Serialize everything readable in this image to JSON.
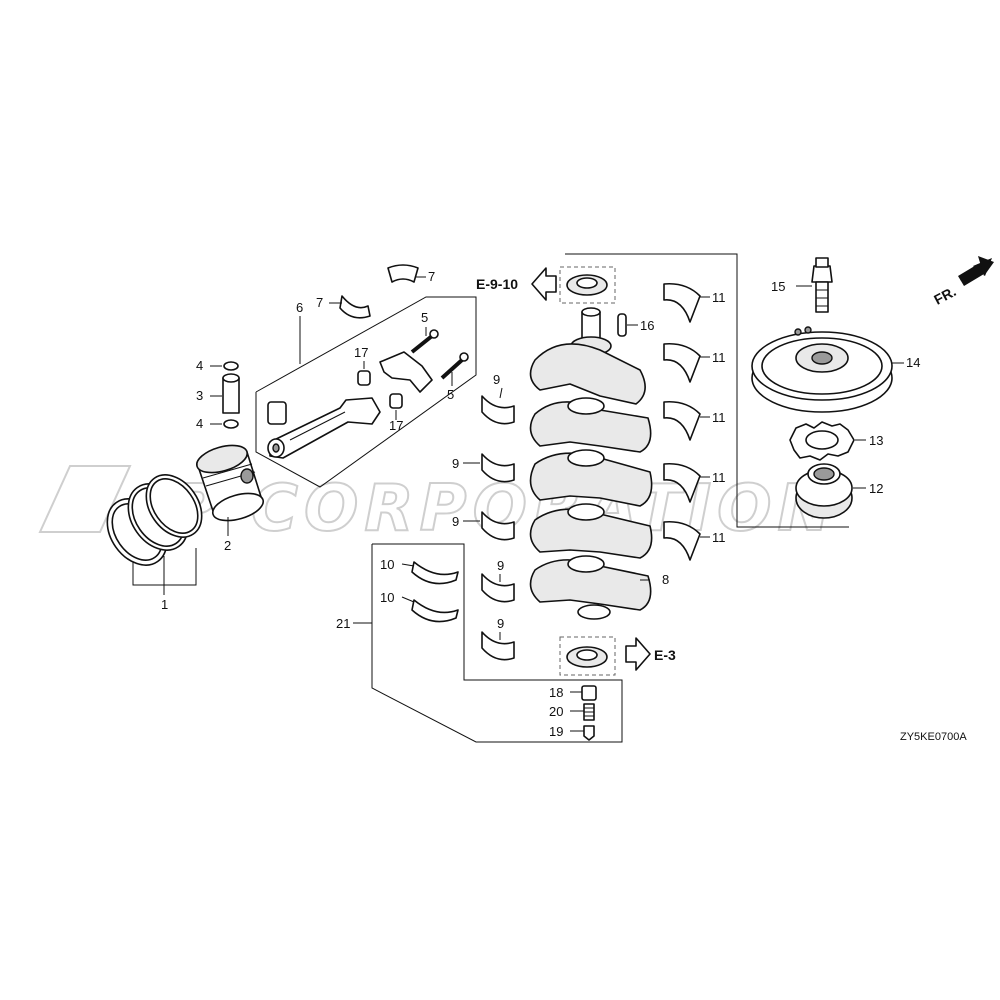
{
  "watermark": "JP CORPORATION",
  "direction_label": "FR.",
  "diagram_code": "ZY5KE0700A",
  "refs": {
    "e9_10": "E-9-10",
    "e3": "E-3"
  },
  "colors": {
    "line": "#111111",
    "watermark": "#cfcfcf",
    "shade": "#e9e9e9"
  },
  "callouts": [
    {
      "id": "1",
      "text": "1"
    },
    {
      "id": "2",
      "text": "2"
    },
    {
      "id": "3",
      "text": "3"
    },
    {
      "id": "4a",
      "text": "4"
    },
    {
      "id": "4b",
      "text": "4"
    },
    {
      "id": "5a",
      "text": "5"
    },
    {
      "id": "5b",
      "text": "5"
    },
    {
      "id": "6",
      "text": "6"
    },
    {
      "id": "7a",
      "text": "7"
    },
    {
      "id": "7b",
      "text": "7"
    },
    {
      "id": "8",
      "text": "8"
    },
    {
      "id": "9a",
      "text": "9"
    },
    {
      "id": "9b",
      "text": "9"
    },
    {
      "id": "9c",
      "text": "9"
    },
    {
      "id": "9d",
      "text": "9"
    },
    {
      "id": "9e",
      "text": "9"
    },
    {
      "id": "10a",
      "text": "10"
    },
    {
      "id": "10b",
      "text": "10"
    },
    {
      "id": "11a",
      "text": "11"
    },
    {
      "id": "11b",
      "text": "11"
    },
    {
      "id": "11c",
      "text": "11"
    },
    {
      "id": "11d",
      "text": "11"
    },
    {
      "id": "11e",
      "text": "11"
    },
    {
      "id": "12",
      "text": "12"
    },
    {
      "id": "13",
      "text": "13"
    },
    {
      "id": "14",
      "text": "14"
    },
    {
      "id": "15",
      "text": "15"
    },
    {
      "id": "16",
      "text": "16"
    },
    {
      "id": "17a",
      "text": "17"
    },
    {
      "id": "17b",
      "text": "17"
    },
    {
      "id": "18",
      "text": "18"
    },
    {
      "id": "19",
      "text": "19"
    },
    {
      "id": "20",
      "text": "20"
    },
    {
      "id": "21",
      "text": "21"
    }
  ]
}
